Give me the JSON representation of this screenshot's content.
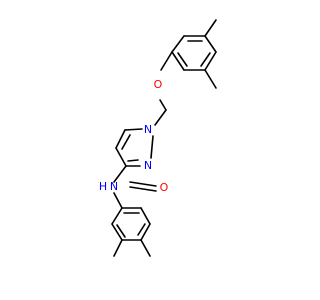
{
  "molecule": {
    "atom_labels": {
      "ether_oxygen": "O",
      "ring_nitrogen_1": "N",
      "ring_nitrogen_2": "N",
      "amide_nitrogen": "N",
      "amide_hydrogen": "H",
      "carbonyl_oxygen": "O"
    },
    "colors": {
      "bond": "#000000",
      "oxygen": "#ff0000",
      "nitrogen": "#0000ff"
    }
  }
}
